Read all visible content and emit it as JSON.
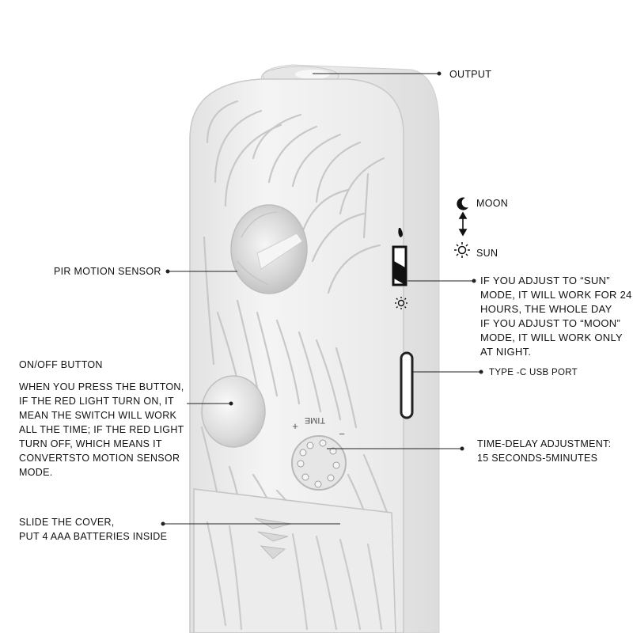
{
  "labels": {
    "output": "OUTPUT",
    "moon": "MOON",
    "sun": "SUN",
    "pir": "PIR MOTION SENSOR",
    "mode_desc": [
      "If you adjust to “SUN”",
      "mode, it will work for 24",
      "hours, the whole day",
      "If you adjust to “MOON”",
      "mode, it will work only",
      "at night."
    ],
    "usb": "TYPE -C USB PORT",
    "onoff_title": "ON/OFF BUTTON",
    "onoff_desc": [
      "When you press the button,",
      "if the red light turn on, it",
      "mean the switch will work",
      "all the time; if the red light",
      "turn off, which means it",
      "convertsto motion sensor",
      "mode."
    ],
    "time_delay": [
      "Time-delay adjustment:",
      "15 seconds-5minutes"
    ],
    "battery": [
      "Slide the cover,",
      "put 4 AAA batteries inside"
    ],
    "time_knob": "TIME",
    "time_plus": "+",
    "time_minus": "−"
  },
  "icons": {
    "moon": "crescent-moon-icon",
    "sun": "sun-icon",
    "updown": "up-down-arrow-icon"
  },
  "colors": {
    "body": "#efefef",
    "body_shadow": "#d6d6d6",
    "outline": "#c4c4c4",
    "leader": "#222222"
  }
}
